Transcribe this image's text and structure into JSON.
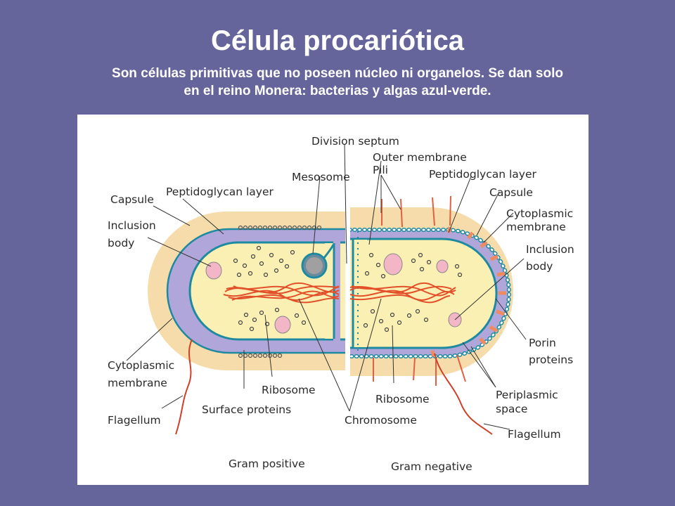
{
  "slide": {
    "title": "Célula procariótica",
    "subtitle_line1": "Son células primitivas que no poseen núcleo ni organelos. Se dan solo",
    "subtitle_line2": "en el reino Monera: bacterias y algas azul-verde."
  },
  "diagram": {
    "labels": {
      "division_septum": "Division septum",
      "outer_membrane": "Outer membrane",
      "pili": "Pili",
      "peptidoglycan_right": "Peptidoglycan layer",
      "capsule_right": "Capsule",
      "cytoplasmic_right_1": "Cytoplasmic",
      "cytoplasmic_right_2": "membrane",
      "inclusion_right_1": "Inclusion",
      "inclusion_right_2": "body",
      "porin_1": "Porin",
      "porin_2": "proteins",
      "periplasmic_1": "Periplasmic",
      "periplasmic_2": "space",
      "flagellum_right": "Flagellum",
      "gram_negative": "Gram negative",
      "chromosome": "Chromosome",
      "ribosome_right": "Ribosome",
      "mesosome": "Mesosome",
      "peptidoglycan_left": "Peptidoglycan layer",
      "capsule_left": "Capsule",
      "inclusion_left_1": "Inclusion",
      "inclusion_left_2": "body",
      "cytoplasmic_left_1": "Cytoplasmic",
      "cytoplasmic_left_2": "membrane",
      "flagellum_left": "Flagellum",
      "ribosome_left": "Ribosome",
      "surface_proteins": "Surface proteins",
      "gram_positive": "Gram positive"
    },
    "colors": {
      "capsule": "#f5dcaa",
      "peptidoglycan": "#b0a6da",
      "cytoplasm": "#fbf0b4",
      "membrane": "#1e8aa0",
      "chromosome": "#e2502a",
      "inclusion": "#f2b6c6",
      "flagellum": "#d04028"
    }
  }
}
